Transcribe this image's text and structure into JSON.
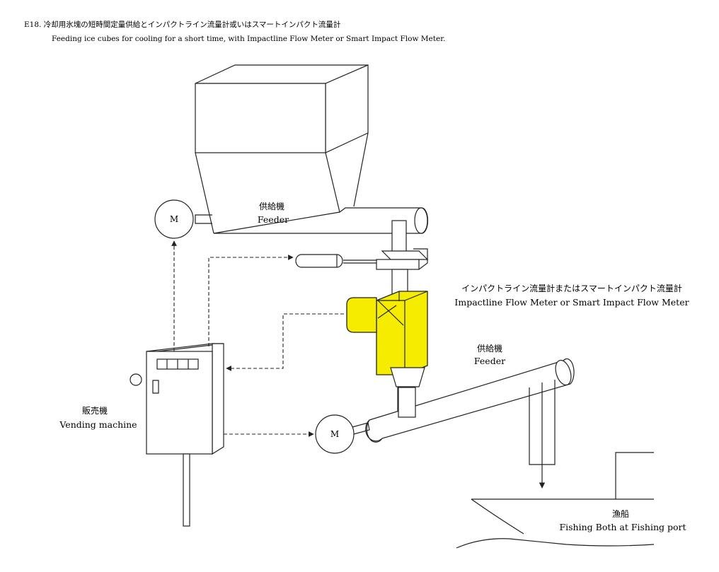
{
  "title": {
    "jp": "E18. 冷却用氷塊の短時間定量供給とインパクトライン流量計或いはスマートインパクト流量計",
    "en": "Feeding ice cubes for cooling for a short time, with Impactline Flow Meter or Smart Impact Flow Meter."
  },
  "motor_label": "M",
  "upper_feeder": {
    "jp": "供給機",
    "en": "Feeder"
  },
  "flow_meter": {
    "jp": "インパクトライン流量計またはスマートインパクト流量計",
    "en": "Impactline Flow Meter or Smart Impact Flow Meter"
  },
  "lower_feeder": {
    "jp": "供給機",
    "en": "Feeder"
  },
  "vending": {
    "jp": "販売機",
    "en": "Vending machine"
  },
  "boat": {
    "jp": "漁船",
    "en": "Fishing Both at Fishing port"
  },
  "colors": {
    "meter": "#f5ec00",
    "line": "#222222"
  }
}
